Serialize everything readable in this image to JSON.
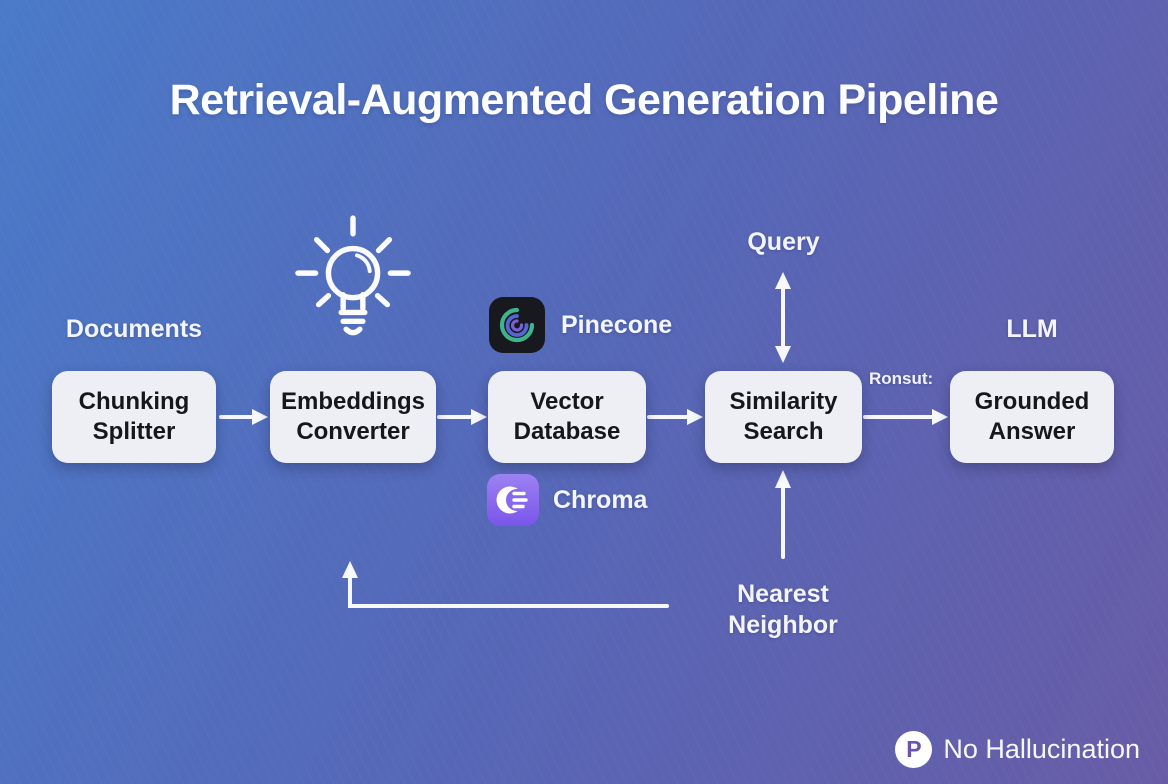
{
  "title": "Retrieval-Augmented Generation Pipeline",
  "pipeline": {
    "boxes": [
      {
        "line1": "Chunking",
        "line2": "Splitter"
      },
      {
        "line1": "Embeddings",
        "line2": "Converter"
      },
      {
        "line1": "Vector",
        "line2": "Database"
      },
      {
        "line1": "Similarity",
        "line2": "Search"
      },
      {
        "line1": "Grounded",
        "line2": "Answer"
      }
    ]
  },
  "labels": {
    "documents": "Documents",
    "query": "Query",
    "llm": "LLM",
    "result": "Ronsut:",
    "nearest_line1": "Nearest",
    "nearest_line2": "Neighbor"
  },
  "logos": {
    "pinecone_label": "Pinecone",
    "chroma_label": "Chroma"
  },
  "footer": {
    "badge_letter": "P",
    "badge_label": "No Hallucination"
  },
  "icons": {
    "lightbulb": "lightbulb-icon",
    "pinecone": "pinecone-logo-icon",
    "chroma": "chroma-logo-icon",
    "badge": "p-badge-icon",
    "flow_arrows": "flow-arrow-icons"
  },
  "colors": {
    "bg_gradient_start": "#4a7ac8",
    "bg_gradient_mid": "#5667b7",
    "bg_gradient_end": "#685ca6",
    "node_bg": "#edeff5",
    "node_text": "#15171c",
    "label_text": "#f3f5fd",
    "arrow": "#f7f8fc",
    "pinecone_bg": "#17191e",
    "pinecone_green": "#3db489",
    "pinecone_blue": "#5864d6",
    "pinecone_purple": "#7a5fd0",
    "chroma_purple_top": "#9d82f2",
    "chroma_purple_bottom": "#7a55ea",
    "badge_p_color": "#6a55ad"
  }
}
